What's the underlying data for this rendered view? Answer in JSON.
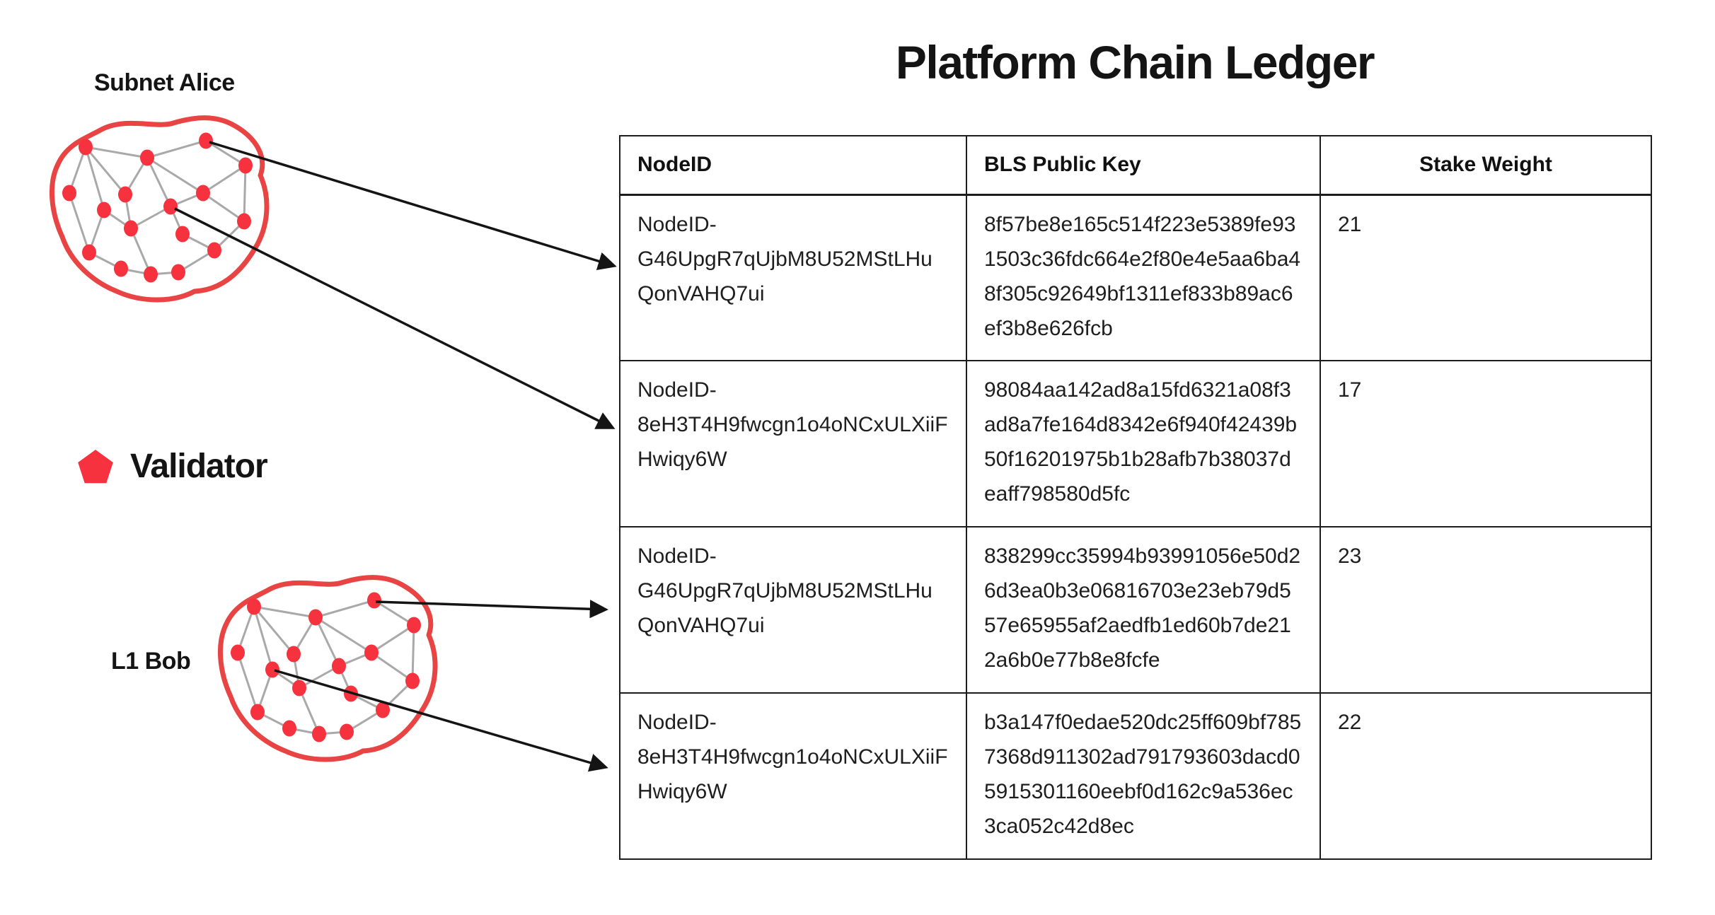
{
  "title": "Platform Chain Ledger",
  "colors": {
    "validator_red": "#f5323e",
    "blob_red": "#e84444",
    "edge_gray": "#a9a9a9",
    "ink_black": "#141414"
  },
  "labels": {
    "subnet_alice": "Subnet Alice",
    "l1_bob": "L1 Bob",
    "validator_legend": "Validator"
  },
  "table": {
    "headers": [
      "NodeID",
      "BLS Public Key",
      "Stake Weight"
    ],
    "rows": [
      {
        "node_id": "NodeID-G46UpgR7qUjbM8U52MStLHuQonVAHQ7ui",
        "bls_public_key": "8f57be8e165c514f223e5389fe931503c36fdc664e2f80e4e5aa6ba48f305c92649bf1311ef833b89ac6ef3b8e626fcb",
        "stake_weight": "21"
      },
      {
        "node_id": "NodeID-8eH3T4H9fwcgn1o4oNCxULXiiFHwiqy6W",
        "bls_public_key": "98084aa142ad8a15fd6321a08f3ad8a7fe164d8342e6f940f42439b50f16201975b1b28afb7b38037deaff798580d5fc",
        "stake_weight": "17"
      },
      {
        "node_id": "NodeID-G46UpgR7qUjbM8U52MStLHuQonVAHQ7ui",
        "bls_public_key": "838299cc35994b93991056e50d26d3ea0b3e06816703e23eb79d557e65955af2aedfb1ed60b7de212a6b0e77b8e8fcfe",
        "stake_weight": "23"
      },
      {
        "node_id": "NodeID-8eH3T4H9fwcgn1o4oNCxULXiiFHwiqy6W",
        "bls_public_key": "b3a147f0edae520dc25ff609bf7857368d911302ad791793603dacd05915301160eebf0d162c9a536ec3ca052c42d8ec",
        "stake_weight": "22"
      }
    ]
  }
}
